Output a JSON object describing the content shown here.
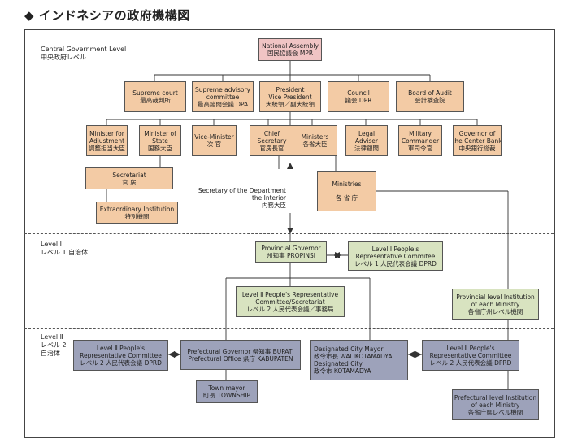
{
  "title": "◆ インドネシアの政府機構図",
  "levels": {
    "central": [
      "Central Government Level",
      "中央政府レベル"
    ],
    "level1": [
      "Level Ⅰ",
      "レベル 1 自治体"
    ],
    "level2": [
      "Level Ⅱ",
      "レベル 2",
      "自治体"
    ]
  },
  "nodes": {
    "mpr": [
      "National Assembly",
      "国民協議会 MPR"
    ],
    "supreme_court": [
      "Supreme court",
      "最高裁判所"
    ],
    "dpa": [
      "Supreme advisory",
      "committee",
      "最高諮問会議 DPA"
    ],
    "president": [
      "President",
      "Vice President",
      "大統領／副大統領"
    ],
    "dpr": [
      "Council",
      "議会 DPR"
    ],
    "audit": [
      "Board of Audit",
      "会計検査院"
    ],
    "adjustment": [
      "Minister for",
      "Adjustment",
      "調整担当大臣"
    ],
    "state": [
      "Minister of",
      "State",
      "国務大臣"
    ],
    "vice_minister": [
      "Vice-Minister",
      "次 官"
    ],
    "chief_secretary": [
      "Chief",
      "Secretary",
      "官房長官"
    ],
    "ministers": [
      "Ministers",
      "各省大臣"
    ],
    "legal": [
      "Legal",
      "Adviser",
      "法律顧問"
    ],
    "military": [
      "Military",
      "Commander",
      "軍司令官"
    ],
    "bank": [
      "Governor of",
      "the Center Bank",
      "中央銀行総裁"
    ],
    "secretariat": [
      "Secretariat",
      "官 房"
    ],
    "ministries": [
      "Ministries",
      "各 省 庁"
    ],
    "extraordinary": [
      "Extraordinary Institution",
      "特別機関"
    ],
    "interior": [
      "Secretary of the Department",
      "the Interior",
      "内務大臣"
    ],
    "governor": [
      "Provincial Governor",
      "州知事 PROPINSI"
    ],
    "dprd1": [
      "Level Ⅰ People's",
      "Representative Commitee",
      "レベル 1 人民代表会議 DPRD"
    ],
    "dprd2_secretariat": [
      "Level Ⅱ People's Representative",
      "Committee/Secretariat",
      "レベル 2 人民代表会議／事務局"
    ],
    "provincial_institution": [
      "Provincial level Institution",
      "of each Ministry",
      "各省庁州レベル機関"
    ],
    "dprd2_left": [
      "Level Ⅱ People's",
      "Representative Committee",
      "レベル 2 人民代表会議 DPRD"
    ],
    "bupati": [
      "Prefectural Governor 県知事 BUPATI",
      "Prefectural Office 県庁 KABUPATEN"
    ],
    "walikotamadya": [
      "Designated City Mayor",
      "政令市長 WALIKOTAMADYA",
      "Designated City",
      "政令市 KOTAMADYA"
    ],
    "dprd2_right": [
      "Level Ⅱ People's",
      "Representative Committee",
      "レベル 2 人民代表会議 DPRD"
    ],
    "township": [
      "Town mayor",
      "町長 TOWNSHIP"
    ],
    "prefectural_institution": [
      "Prefectural level Institution",
      "of each Ministry",
      "各省庁県レベル機関"
    ]
  }
}
